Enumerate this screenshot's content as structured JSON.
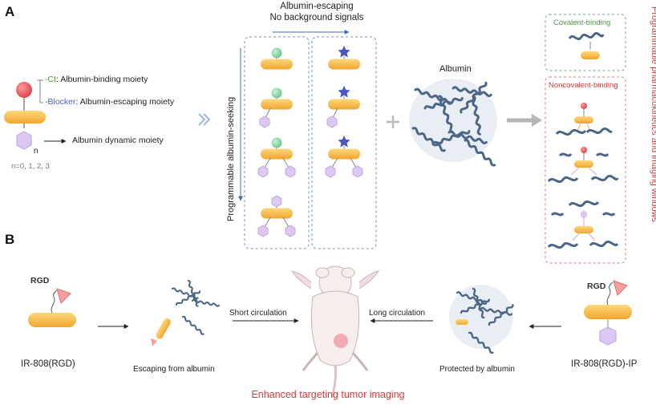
{
  "panel_a": {
    "letter": "A",
    "ci_prefix": "-CI",
    "ci_label": ": Albumin-binding moiety",
    "blocker_prefix": "-Blocker",
    "blocker_label": ": Albumin-escaping  moiety",
    "dynamic_label": "Albumin dynamic moiety",
    "n_label": "n",
    "n_values": "n=0, 1, 2, 3",
    "seeking_label": "Programmable albumin-seeking",
    "escaping_line1": "Albumin-escaping",
    "escaping_line2": "No background signals",
    "albumin_label": "Albumin",
    "covalent_label": "Covalent-binding",
    "noncovalent_label": "Noncovalent-binding",
    "side_label": "Programmable pharmacokinetics and imaging windows"
  },
  "panel_b": {
    "letter": "B",
    "rgd_left": "RGD",
    "rgd_right": "RGD",
    "left_name": "IR-808(RGD)",
    "right_name": "IR-808(RGD)-IP",
    "escaping_caption": "Escaping from albumin",
    "protected_caption": "Protected by albumin",
    "short_circ": "Short circulation",
    "long_circ": "Long circulation",
    "bottom_title": "Enhanced targeting tumor imaging"
  },
  "colors": {
    "dye": "#f5b53f",
    "ci_ball": "#7fd49a",
    "blocker_star": "#4a56c8",
    "dynamic_hex": "#d9c4f0",
    "protein": "#4c6688",
    "red_text": "#d93a3a",
    "green_text": "#4c9a3c"
  }
}
